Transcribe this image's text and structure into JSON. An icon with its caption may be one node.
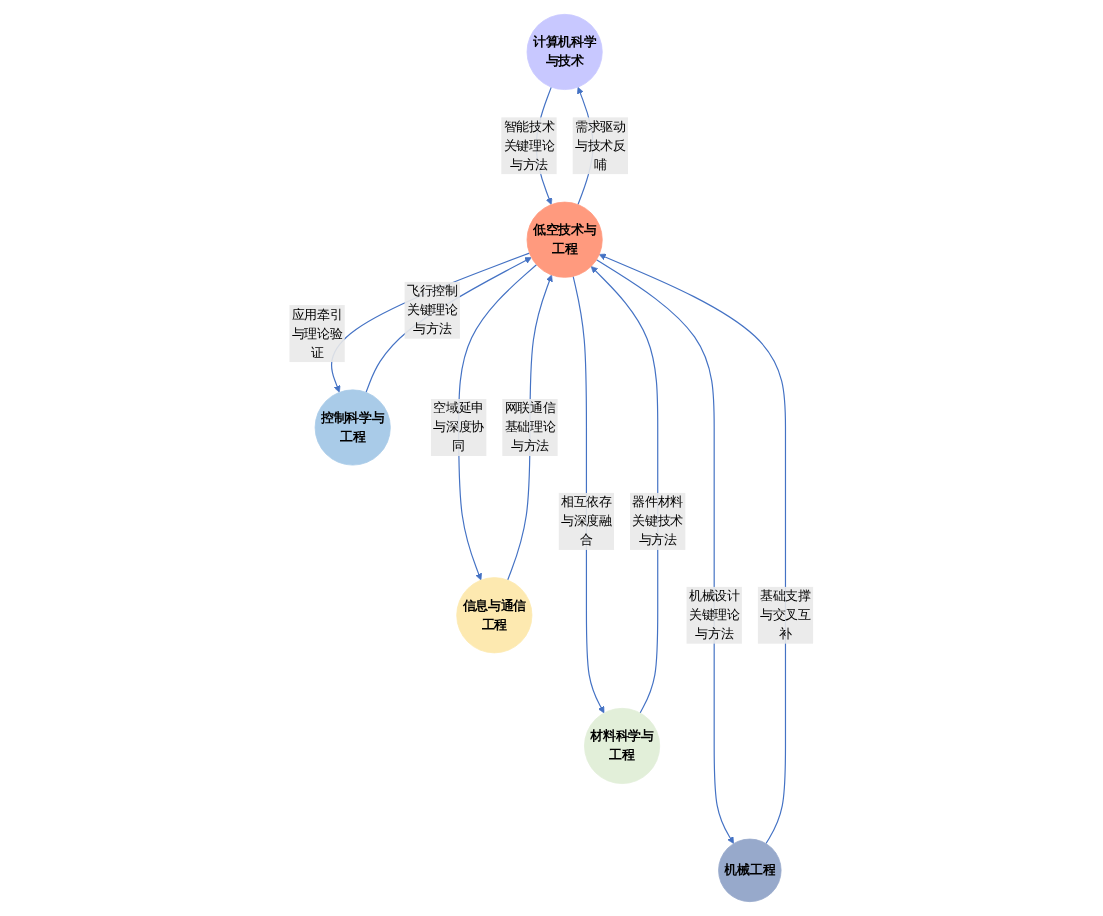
{
  "diagram": {
    "nodes": [
      {
        "text": [
          "计算机科学与技术"
        ]
      },
      {
        "text": [
          "控制科学与工程"
        ]
      },
      {
        "text": [
          "信息与通信工程"
        ]
      },
      {
        "text": [
          "低空技术与工程"
        ]
      },
      {
        "text": [
          "材料科学与工程"
        ]
      },
      {
        "text": [
          "机械工程"
        ]
      }
    ],
    "edges": [
      {
        "from": 3,
        "to": 0,
        "arrow": "to",
        "label": "需求驱动与技术反哺"
      },
      {
        "from": 0,
        "to": 3,
        "arrow": "to",
        "label": "智能技术关键理论与方法"
      },
      {
        "from": 1,
        "to": 3,
        "arrow": "to",
        "label": "飞行控制关键理论与方法"
      },
      {
        "from": 3,
        "to": 1,
        "arrow": "to",
        "label": "应用牵引与理论验证"
      },
      {
        "from": 2,
        "to": 3,
        "arrow": "to",
        "label": "网联通信基础理论与方法"
      },
      {
        "from": 3,
        "to": 2,
        "arrow": "to",
        "label": "空域延申与深度协同"
      },
      {
        "from": 4,
        "to": 3,
        "arrow": "to",
        "label": "器件材料关键技术与方法"
      },
      {
        "from": 3,
        "to": 4,
        "arrow": "to",
        "label": "相互依存与深度融合"
      },
      {
        "from": 3,
        "to": 5,
        "arrow": "to",
        "label": "机械设计关键理论与方法"
      },
      {
        "from": 5,
        "to": 3,
        "arrow": "to",
        "label": "基础支撑与交叉互补"
      }
    ]
  }
}
